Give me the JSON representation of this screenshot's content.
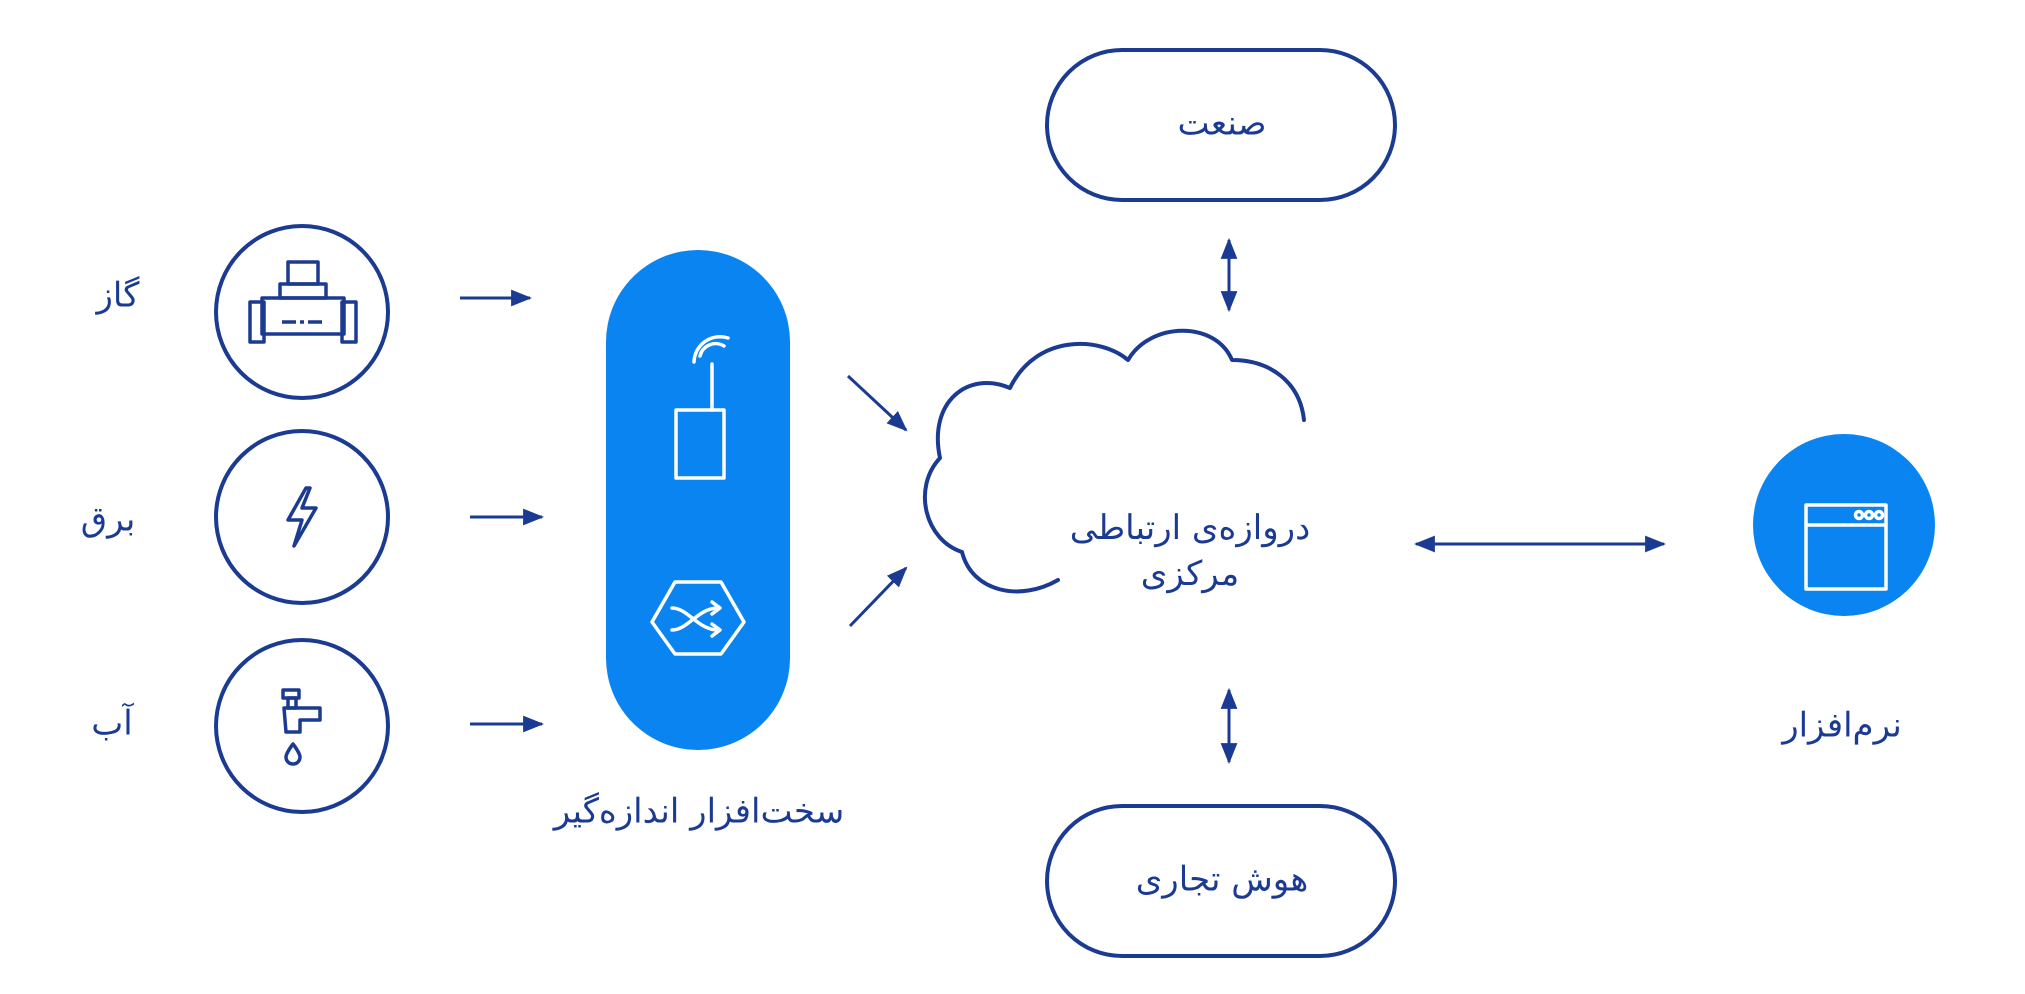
{
  "colors": {
    "outline": "#1b3b93",
    "accent": "#0a84f0",
    "background": "#ffffff",
    "icon_on_accent": "#ffffff"
  },
  "inputs": {
    "gas": {
      "label": "گاز",
      "icon": "gas-meter-icon"
    },
    "electricity": {
      "label": "برق",
      "icon": "lightning-icon"
    },
    "water": {
      "label": "آب",
      "icon": "faucet-icon"
    }
  },
  "hardware": {
    "label": "سخت‌افزار اندازه‌گیر",
    "icons": [
      "antenna-device-icon",
      "shuffle-router-icon"
    ]
  },
  "gateway": {
    "label": "دروازه‌ی ارتباطی مرکزی",
    "icon": "cloud-icon"
  },
  "industry": {
    "label": "صنعت"
  },
  "business_intelligence": {
    "label": "هوش تجاری"
  },
  "software": {
    "label": "نرم‌افزار",
    "icon": "browser-window-icon"
  }
}
